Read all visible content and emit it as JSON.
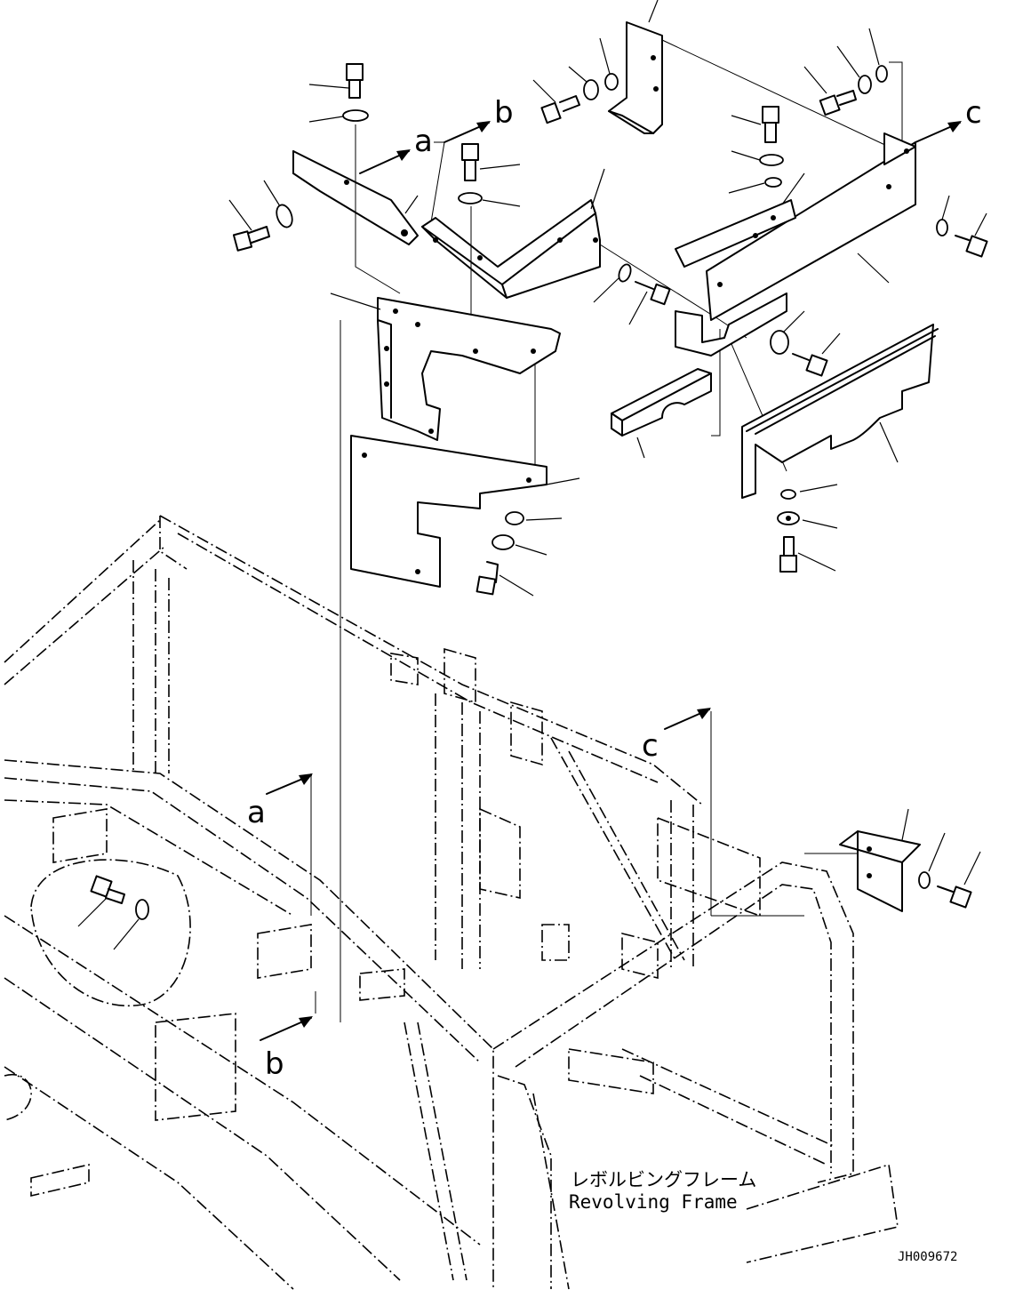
{
  "callouts": {
    "a": "a",
    "b": "b",
    "c": "c"
  },
  "frame_label": {
    "japanese": "レボルビングフレーム",
    "english": "Revolving Frame"
  },
  "drawing_code": "JH009672"
}
